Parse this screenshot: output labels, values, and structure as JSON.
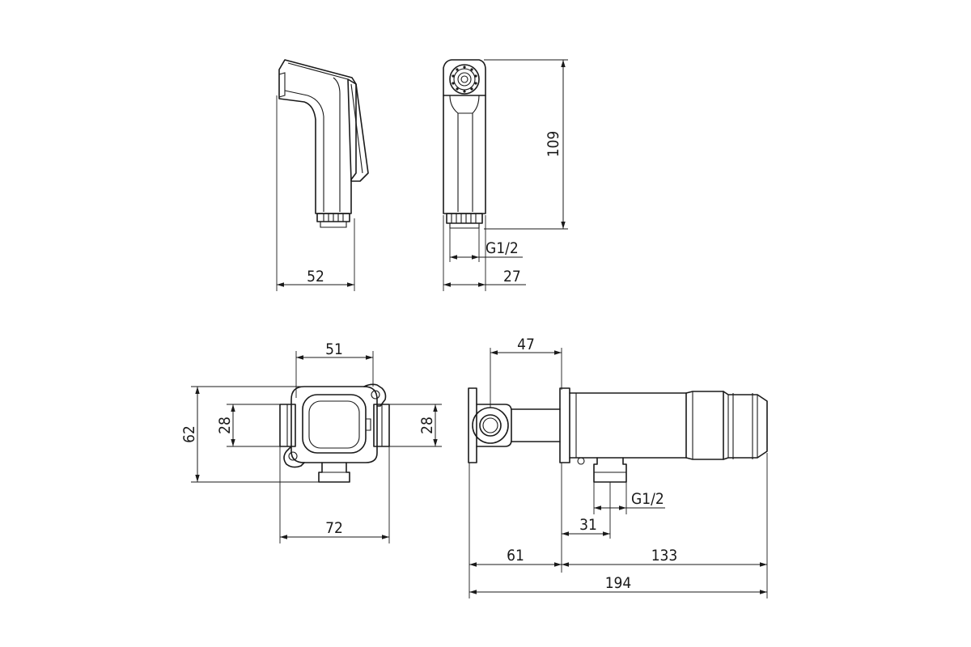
{
  "colors": {
    "line": "#1a1a1a",
    "background": "#ffffff"
  },
  "views": {
    "handset_side": {
      "width": "52"
    },
    "handset_front": {
      "height": "109",
      "thread": "G1/2",
      "width": "27"
    },
    "valve_body_front": {
      "top_width": "51",
      "height": "62",
      "left_inlet": "28",
      "right_inlet": "28",
      "width": "72"
    },
    "valve_side": {
      "knob_offset": "47",
      "thread": "G1/2",
      "outlet_offset": "31",
      "wall_depth": "61",
      "projection": "133",
      "total_length": "194"
    }
  }
}
